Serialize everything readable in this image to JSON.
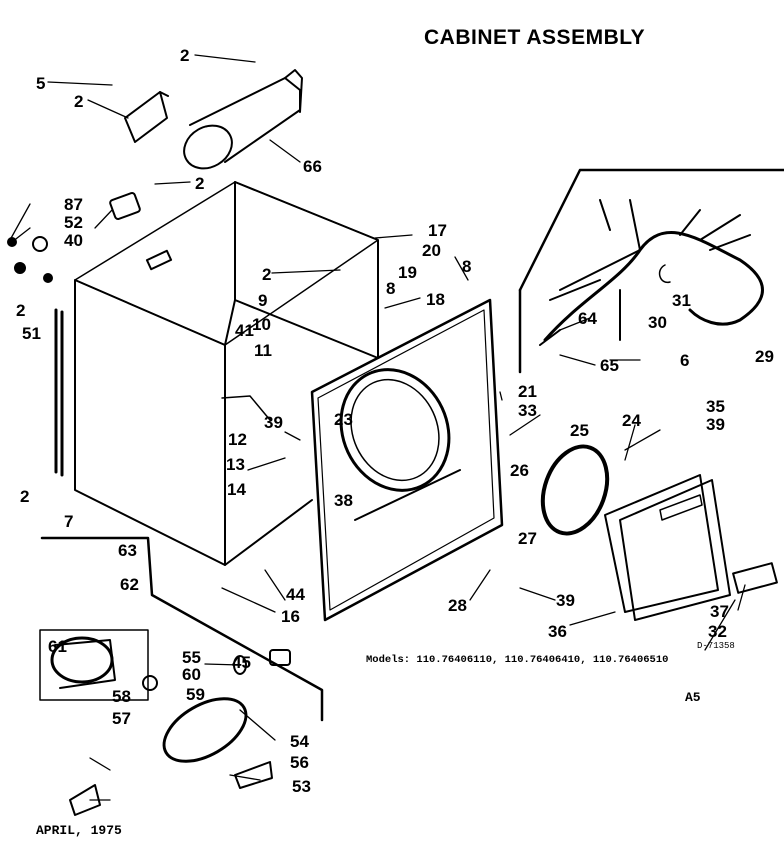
{
  "title": "CABINET ASSEMBLY",
  "models_text": "Models: 110.76406110, 110.76406410, 110.76406510",
  "doc_number": "D-71358",
  "page_code": "A5",
  "date": "APRIL, 1975",
  "part_labels": [
    "2",
    "5",
    "2",
    "66",
    "2",
    "87",
    "52",
    "40",
    "2",
    "51",
    "2",
    "7",
    "17",
    "20",
    "8",
    "19",
    "8",
    "2",
    "9",
    "10",
    "11",
    "41",
    "18",
    "21",
    "33",
    "23",
    "38",
    "12",
    "39",
    "13",
    "14",
    "44",
    "16",
    "63",
    "62",
    "61",
    "55",
    "60",
    "45",
    "59",
    "58",
    "57",
    "54",
    "56",
    "53",
    "29",
    "31",
    "30",
    "64",
    "65",
    "6",
    "25",
    "26",
    "27",
    "28",
    "39",
    "24",
    "35",
    "39",
    "37",
    "32",
    "36"
  ]
}
